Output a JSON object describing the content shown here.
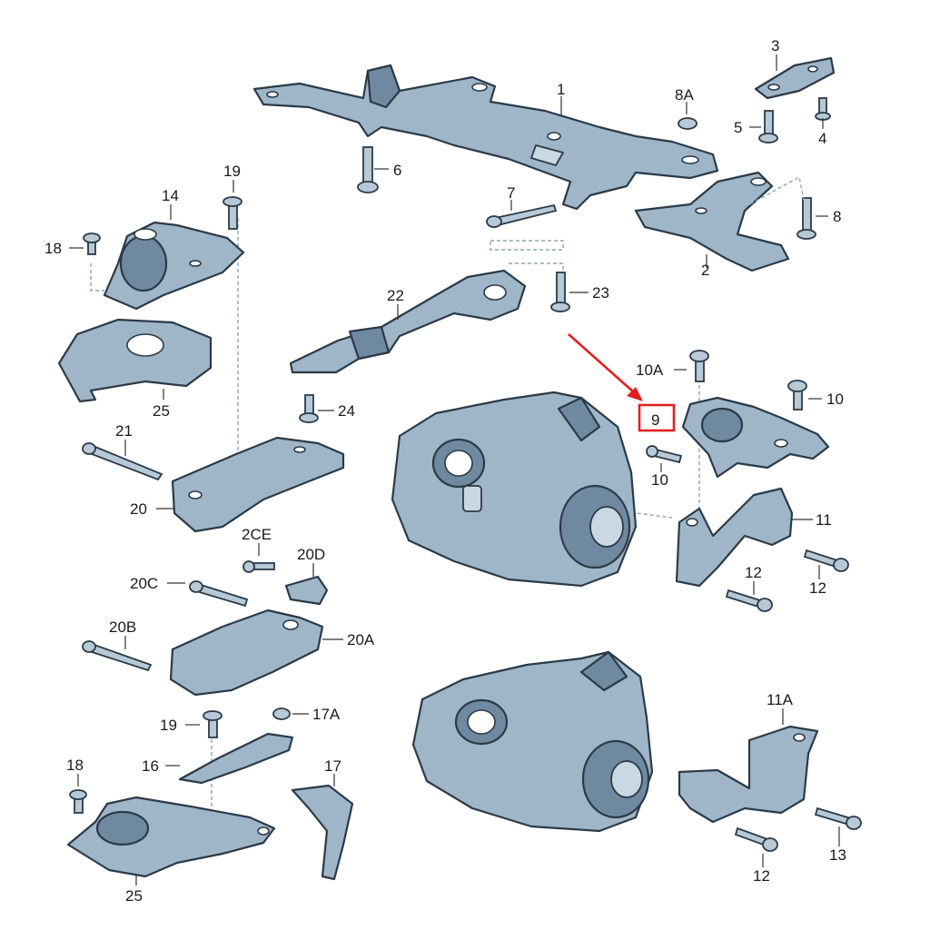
{
  "labels": {
    "l1": "1",
    "l2": "2",
    "l3": "3",
    "l4": "4",
    "l5": "5",
    "l6": "6",
    "l7": "7",
    "l8": "8",
    "l8A": "8A",
    "l9": "9",
    "l10a": "10",
    "l10b": "10",
    "l10A": "10A",
    "l11": "11",
    "l11A": "11A",
    "l12a": "12",
    "l12b": "12",
    "l12c": "12",
    "l13": "13",
    "l14": "14",
    "l16": "16",
    "l17": "17",
    "l17A": "17A",
    "l18a": "18",
    "l18b": "18",
    "l19a": "19",
    "l19b": "19",
    "l20": "20",
    "l20A": "20A",
    "l20B": "20B",
    "l20C": "20C",
    "l20CE": "2CE",
    "l20D": "20D",
    "l21": "21",
    "l22": "22",
    "l23": "23",
    "l24": "24",
    "l25a": "25",
    "l25b": "25"
  },
  "highlight": {
    "label": "9",
    "color": "#e02020"
  },
  "colors": {
    "part": "#9fb6c8",
    "outline": "#2b3a47",
    "highlight": "#e02020"
  }
}
